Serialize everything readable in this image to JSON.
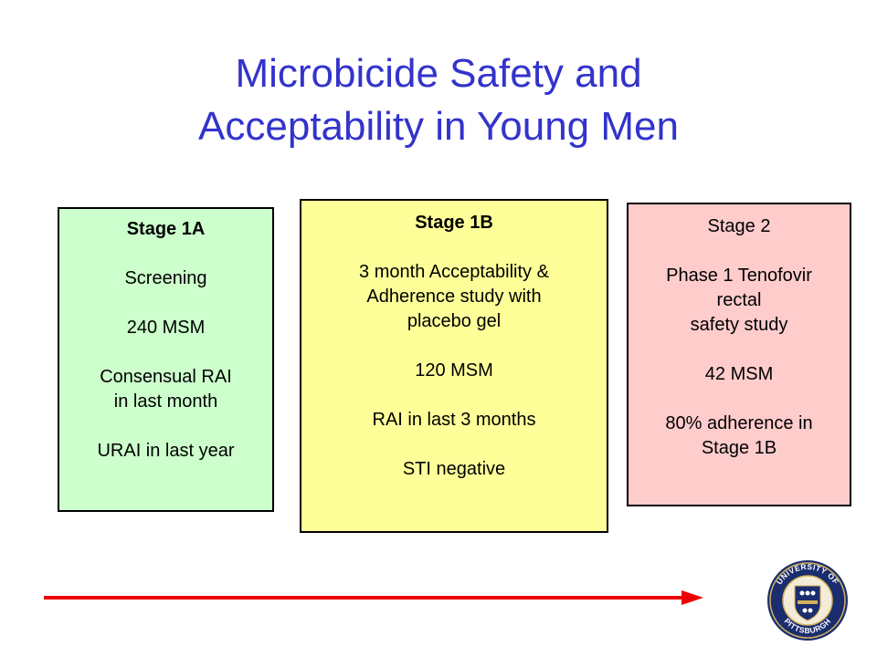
{
  "title": {
    "line1": "Microbicide Safety and",
    "line2": "Acceptability in Young Men"
  },
  "stages": [
    {
      "heading": "Stage 1A",
      "lines": [
        "Screening",
        "",
        "240 MSM",
        "",
        "Consensual RAI",
        "in last month",
        "",
        "URAI in last year"
      ]
    },
    {
      "heading": "Stage 1B",
      "lines": [
        "3 month Acceptability &",
        "Adherence study with",
        "placebo gel",
        "",
        "120 MSM",
        "",
        "RAI in last 3 months",
        "",
        "STI negative"
      ]
    },
    {
      "heading": "Stage 2",
      "lines": [
        "Phase 1 Tenofovir",
        "rectal",
        "safety study",
        "",
        "42 MSM",
        "",
        "80% adherence in",
        "Stage 1B"
      ]
    }
  ],
  "logo": {
    "top_text": "UNIVERSITY OF",
    "bottom_text": "PITTSBURGH"
  },
  "colors": {
    "title": "#3333cc",
    "stage_1a_fill": "#ccffcc",
    "stage_1b_fill": "#ffff99",
    "stage_2_fill": "#ffcccc",
    "arrow": "#ee0000",
    "seal": "#1a2d6e"
  }
}
